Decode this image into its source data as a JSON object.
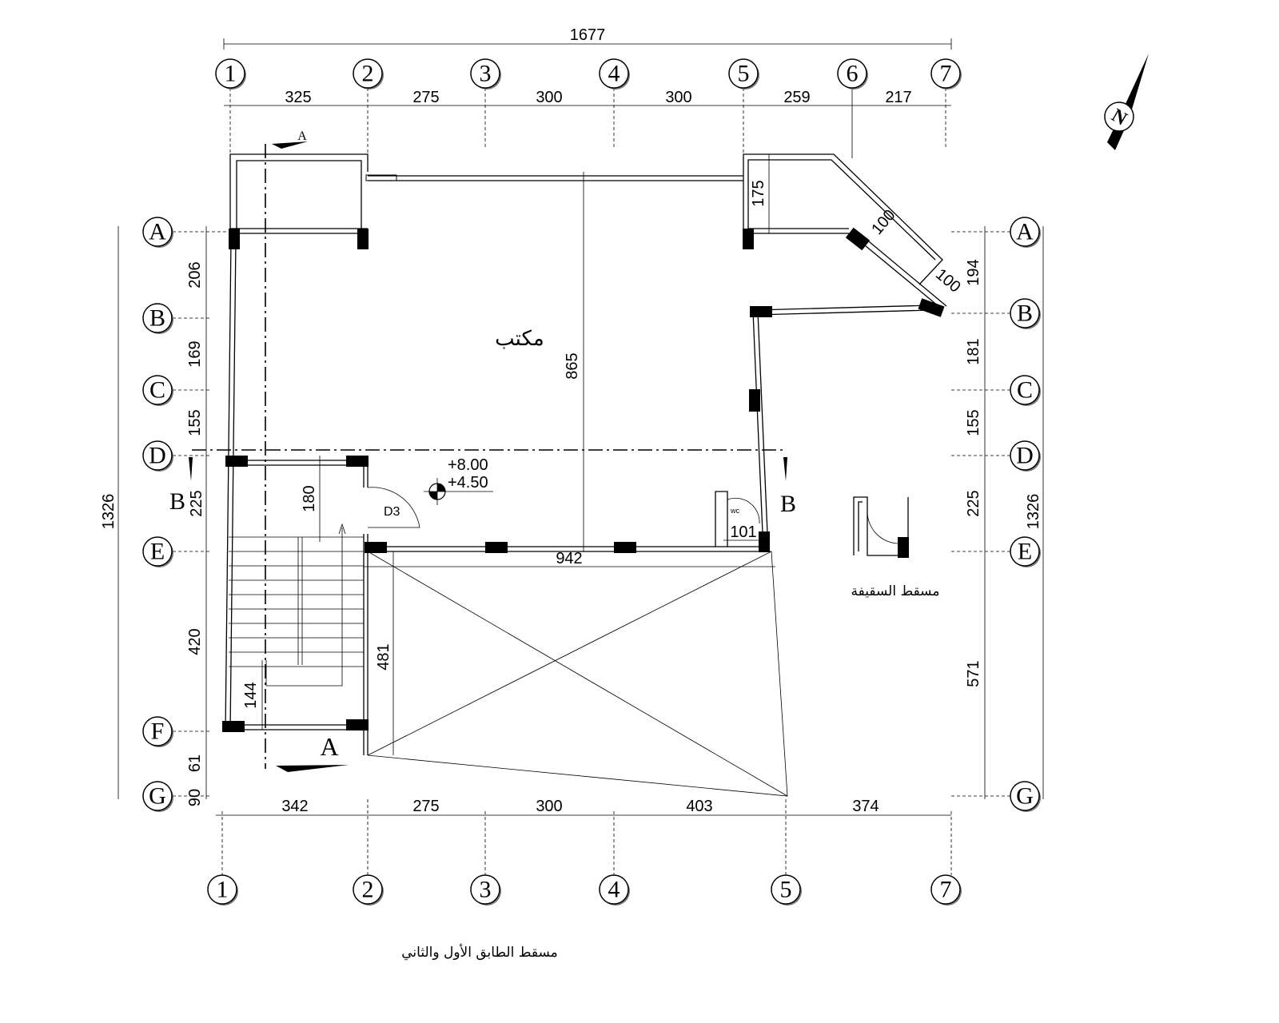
{
  "overall": {
    "width_label": "1677",
    "height_label_left": "1326",
    "height_label_right": "1326"
  },
  "top_axes": [
    "1",
    "2",
    "3",
    "4",
    "5",
    "6",
    "7"
  ],
  "top_dims": [
    "325",
    "275",
    "300",
    "300",
    "259",
    "217"
  ],
  "bottom_axes": [
    "1",
    "2",
    "3",
    "4",
    "5",
    "7"
  ],
  "bottom_dims": [
    "342",
    "275",
    "300",
    "403",
    "374"
  ],
  "left_axes": [
    "A",
    "B",
    "C",
    "D",
    "E",
    "F",
    "G"
  ],
  "left_dims": [
    "206",
    "169",
    "155",
    "225",
    "420",
    "61",
    "90"
  ],
  "right_axes": [
    "A",
    "B",
    "C",
    "D",
    "E",
    "G"
  ],
  "right_dims": [
    "194",
    "181",
    "155",
    "225",
    "571"
  ],
  "inner_dims": {
    "d175": "175",
    "d100a": "100",
    "d100b": "100",
    "d865": "865",
    "d180": "180",
    "d942": "942",
    "d481": "481",
    "d144": "144",
    "d101": "101"
  },
  "section_labels": {
    "a_top": "A",
    "a_bottom": "A",
    "b_left": "B",
    "b_right": "B"
  },
  "levels": {
    "upper": "+8.00",
    "lower": "+4.50"
  },
  "door_label": "D3",
  "wc_label": "wc",
  "room_label": "مكتب",
  "mezzanine_title": "مسقط السقيفة",
  "plan_title": "مسقط الطابق الأول والثاني",
  "north_label": "N"
}
